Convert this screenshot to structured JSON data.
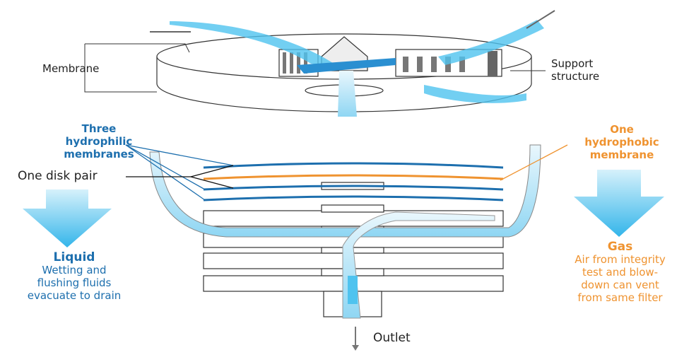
{
  "labels": {
    "membrane": "Membrane",
    "support_structure": [
      "Support",
      "structure"
    ],
    "three_hydrophilic": [
      "Three",
      "hydrophilic",
      "membranes"
    ],
    "one_disk_pair": "One disk pair",
    "one_hydrophobic": [
      "One",
      "hydrophobic",
      "membrane"
    ],
    "liquid_title": "Liquid",
    "liquid_desc": [
      "Wetting and",
      "flushing fluids",
      "evacuate to drain"
    ],
    "gas_title": "Gas",
    "gas_desc": [
      "Air from integrity",
      "test and blow-",
      "down can vent",
      "from same filter"
    ],
    "outlet": "Outlet"
  },
  "colors": {
    "hydrophilic": "#1d6fae",
    "hydrophobic": "#ef9330",
    "fluid": "#4fc3ef"
  }
}
